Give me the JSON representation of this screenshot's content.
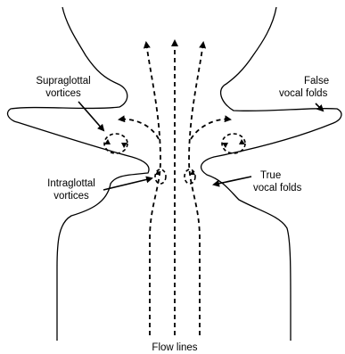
{
  "labels": {
    "supraglottal": [
      "Supraglottal",
      "vortices"
    ],
    "false_folds": [
      "False",
      "vocal folds"
    ],
    "intraglottal": [
      "Intraglottal",
      "vortices"
    ],
    "true_folds": [
      "True",
      "vocal folds"
    ],
    "flow_lines": "Flow lines"
  },
  "colors": {
    "stroke": "#000000",
    "background": "#ffffff"
  }
}
